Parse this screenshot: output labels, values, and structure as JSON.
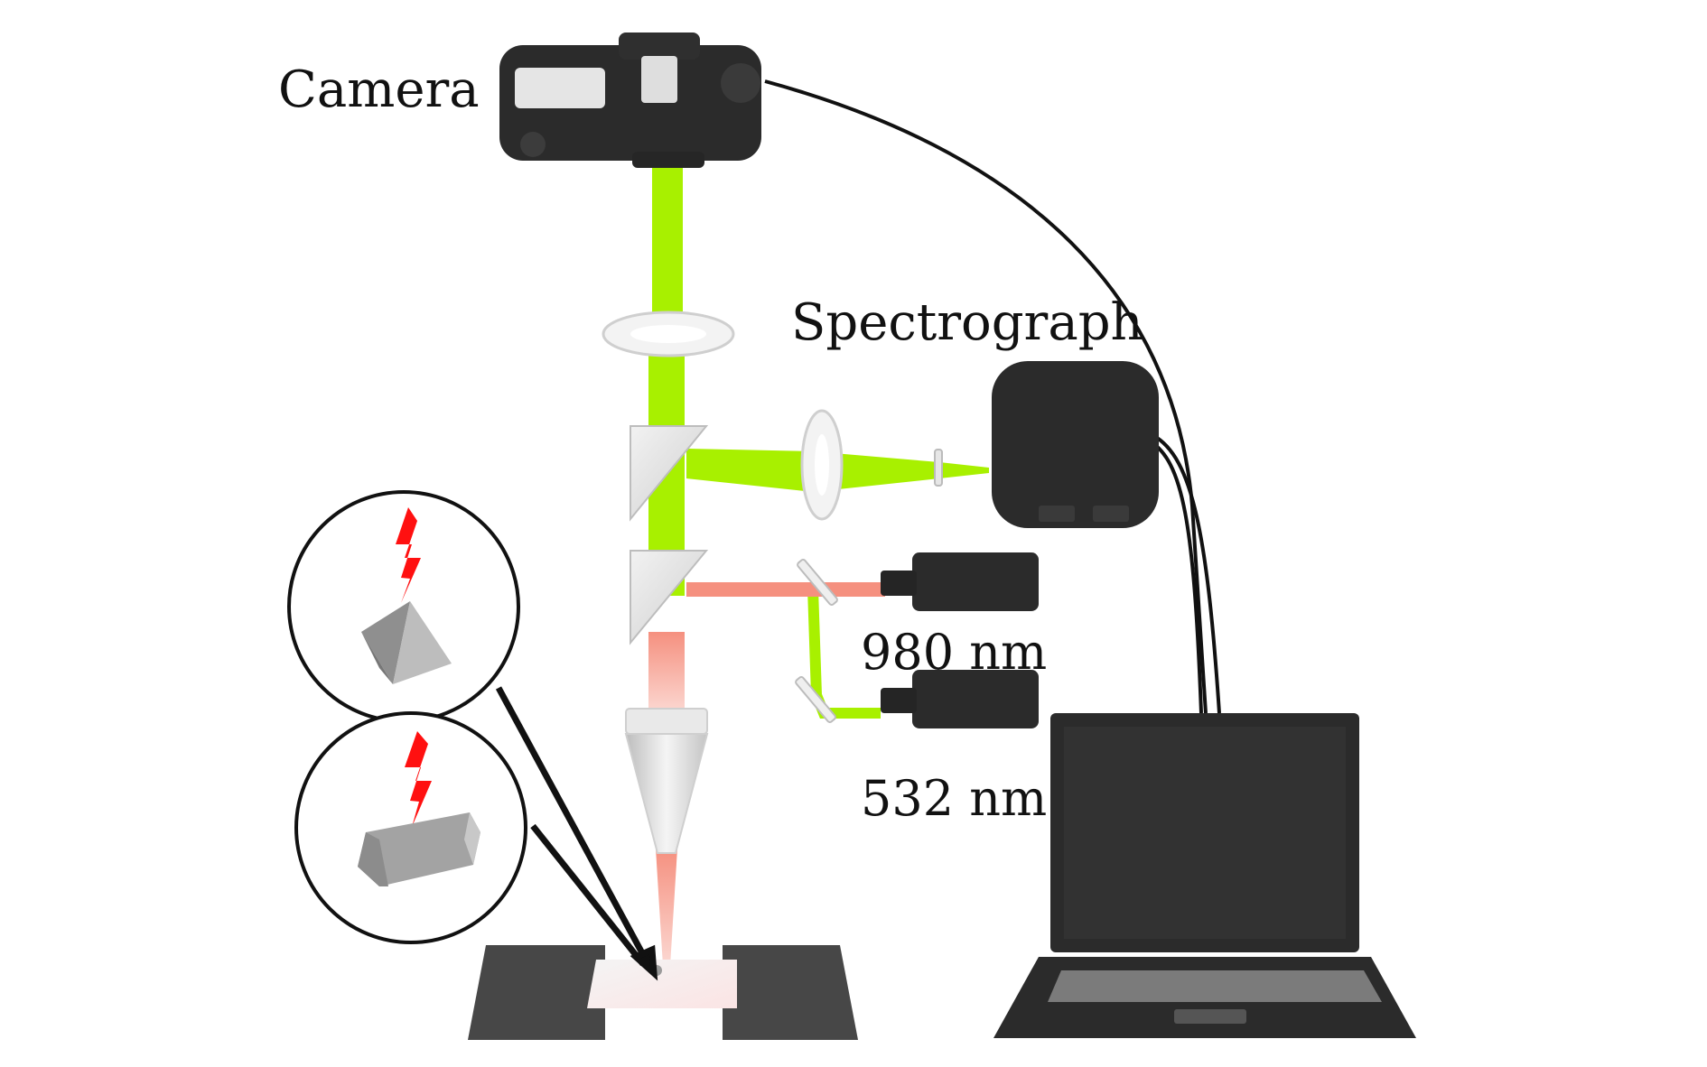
{
  "labels": {
    "camera": "Camera",
    "spectrograph": "Spectrograph",
    "laser_980": "980 nm",
    "laser_532": "532 nm"
  },
  "colors": {
    "green_beam": "#a8f000",
    "red_beam": "#f5907f",
    "device_body": "#2b2b2b",
    "platform": "#4a4a4a",
    "crystal": "#a9a9a9",
    "lightning": "#ff1010"
  },
  "icons": [
    "camera-icon",
    "spectrograph-icon",
    "laser-icon",
    "laptop-icon",
    "lens-icon",
    "prism-icon",
    "objective-icon",
    "lightning-icon",
    "octahedron-crystal-icon",
    "hexagonal-rod-crystal-icon"
  ]
}
